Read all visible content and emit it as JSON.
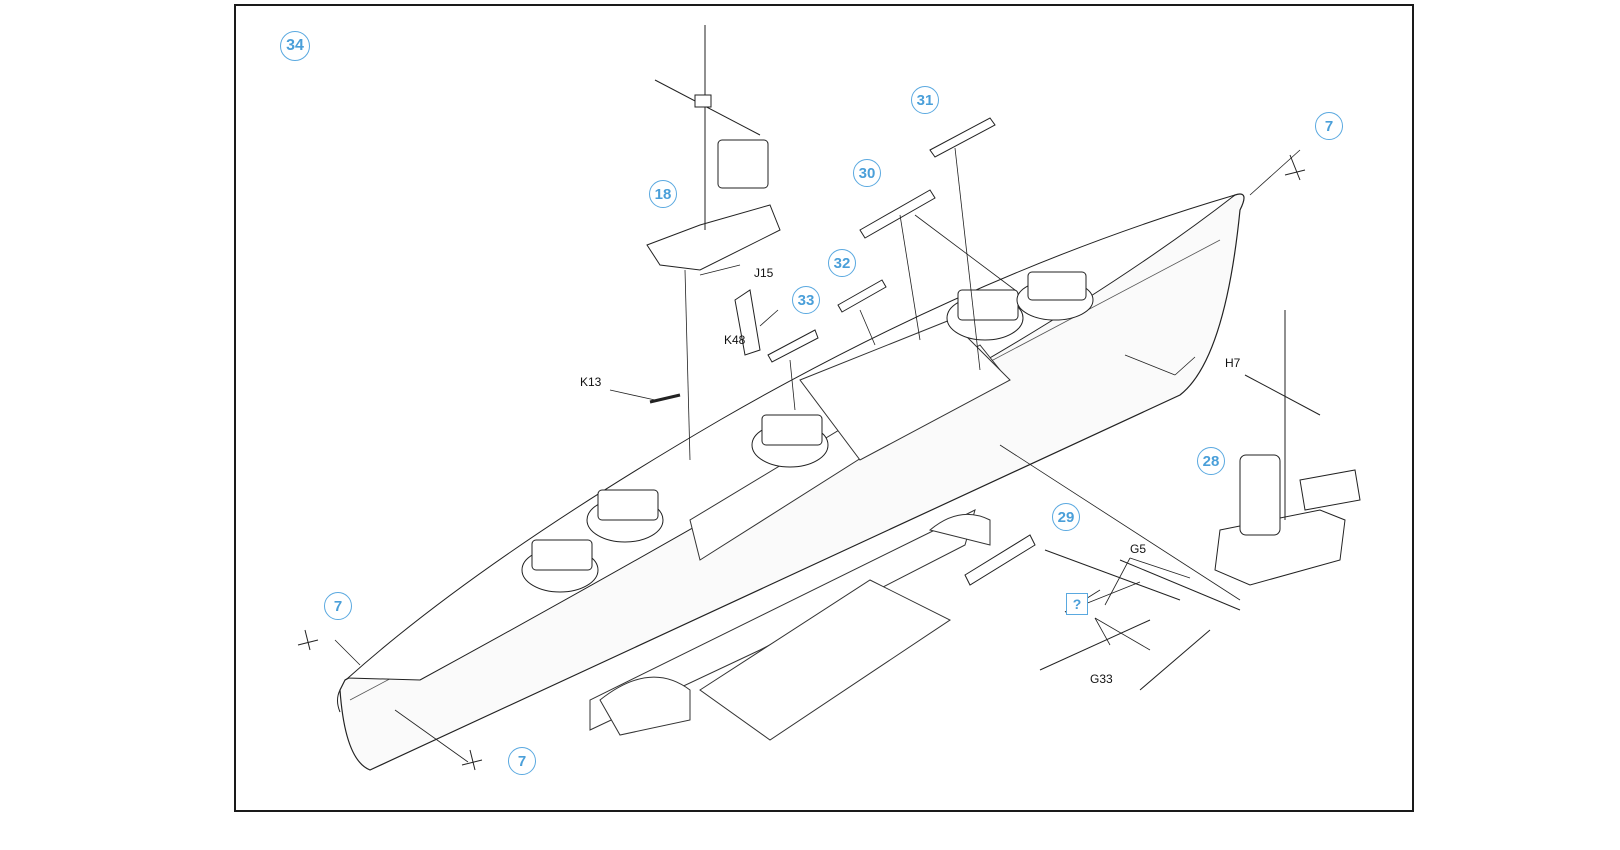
{
  "colors": {
    "frame": "#1a1a1a",
    "step_blue": "#4a9fd9",
    "line": "#222222"
  },
  "step_number": "34",
  "callouts": {
    "c31": "31",
    "c30": "30",
    "c32": "32",
    "c33": "33",
    "c18": "18",
    "c7_right": "7",
    "c7_left": "7",
    "c7_bottom": "7",
    "c28": "28",
    "c29": "29",
    "q": "?"
  },
  "parts": {
    "j15": "J15",
    "k48": "K48",
    "k13": "K13",
    "h7": "H7",
    "g5": "G5",
    "g33": "G33"
  }
}
